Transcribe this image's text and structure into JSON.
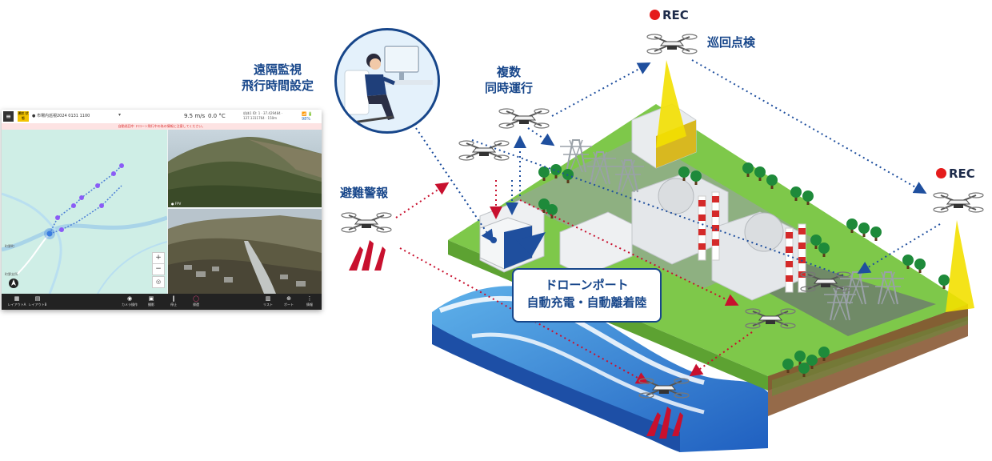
{
  "labels": {
    "remote": [
      "遠隔監視",
      "飛行時間設定"
    ],
    "multi": [
      "複数",
      "同時運行"
    ],
    "patrol": "巡回点検",
    "evac": "避難警報",
    "port": [
      "ドローンポート",
      "自動充電・自動離着陸"
    ],
    "rec1": "REC",
    "rec2": "REC"
  },
  "screen": {
    "menu_icon": "≡",
    "badge": "運航 状態",
    "select_text": "● 市場内巡視2024 0131 1100",
    "wind": "9.5 m/s",
    "temp": "0.0 °C",
    "info": "机体1 ID: 1 · 37.429484 · 137.1311764 · 150m",
    "status_icons": "📶 🔋 98%",
    "alert": "自動巡回中 ドローン飛行中の為の情報に注意してください。",
    "map_place1": "町野町",
    "map_place2": "町野支所",
    "cam_tag": "● FPV",
    "buttons": [
      {
        "icon": "▦",
        "label": "レイアウトA"
      },
      {
        "icon": "▤",
        "label": "レイアウトB"
      },
      {
        "icon": "◉",
        "label": "カメラ操作"
      },
      {
        "icon": "▣",
        "label": "撮影"
      },
      {
        "icon": "‖",
        "label": "停止"
      },
      {
        "icon": "◯",
        "label": "帰還"
      },
      {
        "icon": "▥",
        "label": "リスト"
      },
      {
        "icon": "⊕",
        "label": "ポート"
      },
      {
        "icon": "⋮",
        "label": "情報"
      }
    ]
  },
  "colors": {
    "brand": "#17468a",
    "blue_arrow": "#1f4f9e",
    "red_arrow": "#c8102e",
    "rec_dot": "#e51c1c",
    "beam": "#f3e000",
    "grass": "#7ec84a",
    "sea": "#2c6fd0"
  }
}
